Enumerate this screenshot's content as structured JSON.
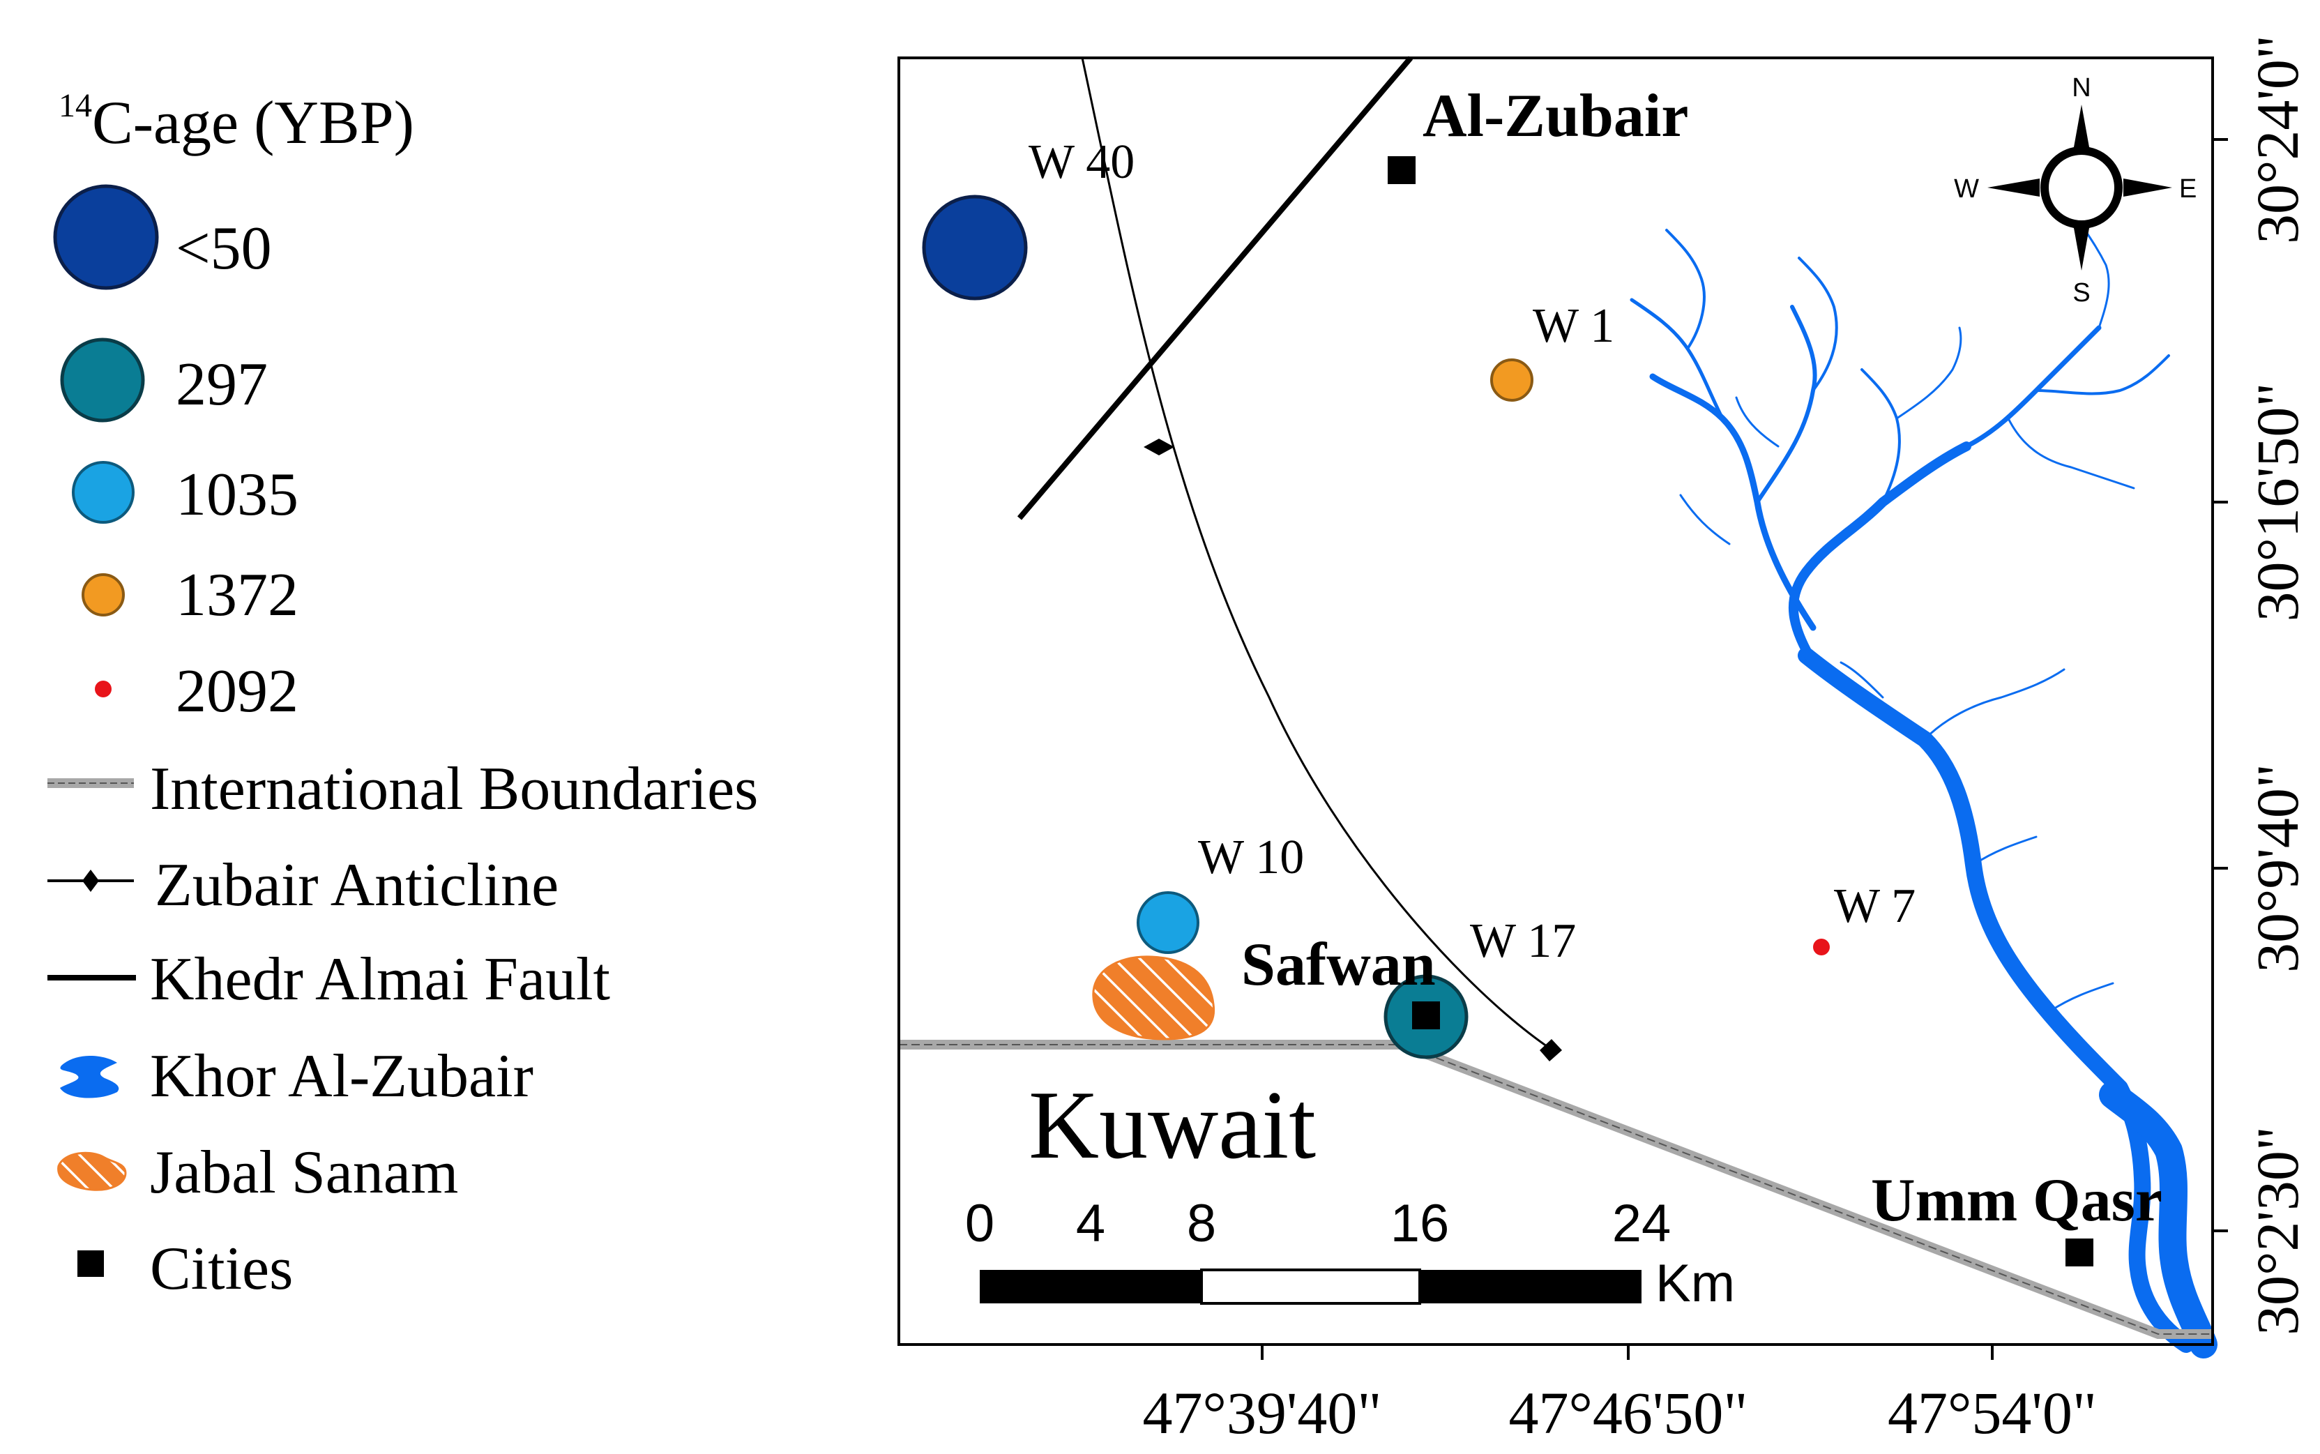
{
  "legend": {
    "title_sup": "14",
    "title": "C-age (YBP)",
    "age_classes": [
      {
        "label": "<50",
        "color": "#0a3f9c"
      },
      {
        "label": "297",
        "color": "#0a7d94"
      },
      {
        "label": "1035",
        "color": "#1aa3e3"
      },
      {
        "label": "1372",
        "color": "#f29a22"
      },
      {
        "label": "2092",
        "color": "#e8141a"
      }
    ],
    "items": {
      "boundaries": "International Boundaries",
      "anticline": "Zubair Anticline",
      "fault": "Khedr Almai Fault",
      "khor": "Khor Al-Zubair",
      "jabal": "Jabal Sanam",
      "cities": "Cities"
    }
  },
  "map": {
    "cities": {
      "zubair": "Al-Zubair",
      "safwan": "Safwan",
      "umm_qasr": "Umm Qasr"
    },
    "country": "Kuwait",
    "wells": {
      "w40": "W 40",
      "w1": "W 1",
      "w10": "W 10",
      "w17": "W 17",
      "w7": "W 7"
    },
    "latitudes": [
      "30°24'0\"",
      "30°16'50\"",
      "30°9'40\"",
      "30°2'30\""
    ],
    "longitudes": [
      "47°39'40\"",
      "47°46'50\"",
      "47°54'0\""
    ],
    "compass": {
      "n": "N",
      "s": "S",
      "e": "E",
      "w": "W"
    },
    "scale": {
      "ticks": [
        "0",
        "4",
        "8",
        "16",
        "24"
      ],
      "unit": "Km"
    },
    "colors": {
      "water": "#0a6cf0",
      "jabal_fill": "#f07f2a",
      "boundary": "#a8a8a8"
    }
  }
}
